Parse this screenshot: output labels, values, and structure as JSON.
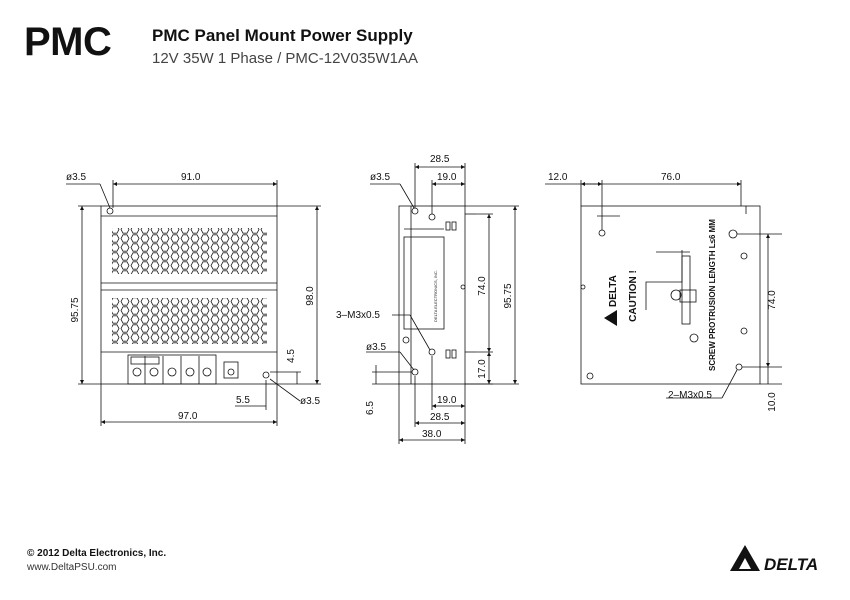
{
  "header": {
    "brand": "PMC",
    "title": "PMC Panel Mount Power Supply",
    "subtitle": "12V 35W 1 Phase / PMC-12V035W1AA"
  },
  "front_view": {
    "hole_dia_top": "ø3.5",
    "width_top": "91.0",
    "height_left": "95.75",
    "height_right": "98.0",
    "offset_small": "4.5",
    "offset_55": "5.5",
    "hole_dia_bottom": "ø3.5",
    "width_bottom": "97.0"
  },
  "side_view": {
    "width_285_top": "28.5",
    "hole_dia_top": "ø3.5",
    "width_190_top": "19.0",
    "screw_label": "3–M3x0.5",
    "hole_dia_mid": "ø3.5",
    "height_740": "74.0",
    "height_9575": "95.75",
    "height_170": "17.0",
    "offset_65": "6.5",
    "width_190_bottom": "19.0",
    "width_285_bottom": "28.5",
    "width_380": "38.0",
    "label_text": "DELTA ELECTRONICS, INC."
  },
  "back_view": {
    "offset_120": "12.0",
    "width_760": "76.0",
    "height_740": "74.0",
    "offset_100": "10.0",
    "screw_label": "2–M3x0.5",
    "caution": "CAUTION !",
    "screw_note": "SCREW PROTRUSION LENGTH L≤6 MM",
    "brand_mark": "DELTA"
  },
  "footer": {
    "copyright": "© 2012 Delta Electronics, Inc.",
    "website": "www.DeltaPSU.com",
    "logo_text": "DELTA"
  }
}
